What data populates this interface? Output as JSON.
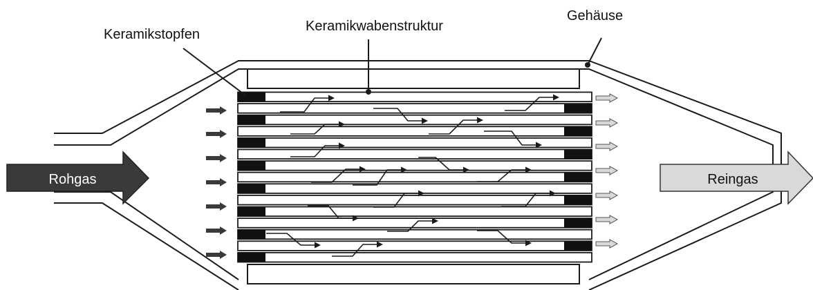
{
  "labels": {
    "plug": "Keramikstopfen",
    "honeycomb": "Keramikwabenstruktur",
    "housing": "Gehäuse",
    "raw_gas": "Rohgas",
    "clean_gas": "Reingas"
  },
  "colors": {
    "raw_gas_arrow": "#3a3a3a",
    "clean_gas_arrow": "#d9d9d9",
    "plug": "#111111",
    "stroke": "#1a1a1a"
  }
}
